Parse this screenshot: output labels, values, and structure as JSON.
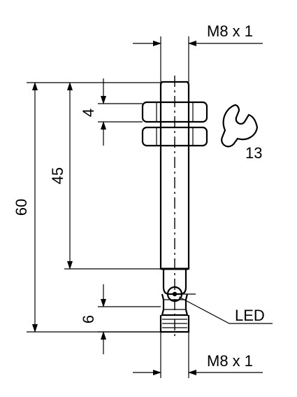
{
  "dimensions": {
    "thread_top": "M8 x 1",
    "thread_bottom": "M8 x 1",
    "overall_length": "60",
    "thread_length": "45",
    "nut_thickness": "4",
    "connector_length": "6",
    "wrench_size": "13",
    "led_label": "LED"
  }
}
